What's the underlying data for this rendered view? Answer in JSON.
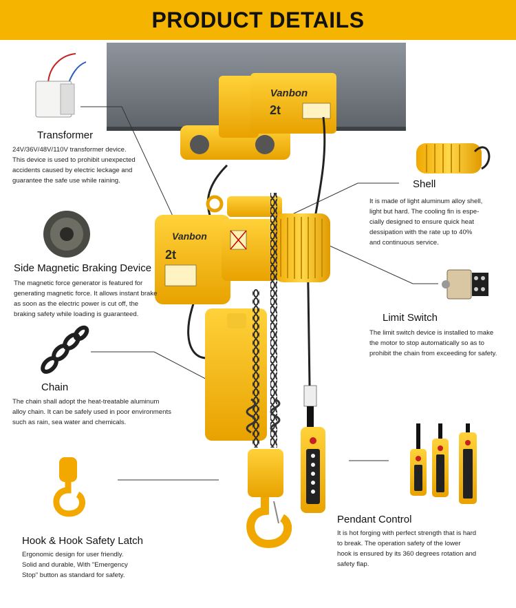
{
  "header": {
    "title": "PRODUCT DETAILS"
  },
  "hoist": {
    "brand": "Vanbon",
    "capacity": "2t"
  },
  "features": {
    "transformer": {
      "title": "Transformer",
      "lines": [
        "24V/36V/48V/110V transformer device.",
        "This device is used to prohibit unexpected",
        "accidents caused by electric leckage and",
        "guarantee the safe use while raining."
      ]
    },
    "braking": {
      "title": "Side Magnetic Braking Device",
      "lines": [
        "The magnetic force generator is featured for",
        "generating magnetic force. It allows instant brake",
        "as soon as the electric power is cut off, the",
        "braking safety while loading is guaranteed."
      ]
    },
    "chain": {
      "title": "Chain",
      "lines": [
        "The chain shall adopt the heat-treatable aluminum",
        "alloy chain. It can be safely used in poor environments",
        "such as rain, sea water and chemicals."
      ]
    },
    "hook": {
      "title": "Hook & Hook Safety Latch",
      "lines": [
        "Ergonomic design for user friendly.",
        "Solid and durable, With \"Emergency",
        "Stop\" button as standard for safety."
      ]
    },
    "shell": {
      "title": "Shell",
      "lines": [
        "It is made of light aluminum alloy shell,",
        "light but hard. The cooling fin is espe-",
        "cially designed to ensure quick heat",
        "dessipation with the rate up to 40%",
        "and continuous service."
      ]
    },
    "limit_switch": {
      "title": "Limit Switch",
      "lines": [
        "The limit switch device is installed to make",
        "the motor to stop automatically so as to",
        "prohibit the chain from exceeding for safety."
      ]
    },
    "pendant": {
      "title": "Pendant Control",
      "lines": [
        "It is hot forging with perfect strength that is hard",
        "to break. The operation safety of the lower",
        "hook is ensured by its 360 degrees rotation and",
        "safety flap."
      ]
    }
  }
}
